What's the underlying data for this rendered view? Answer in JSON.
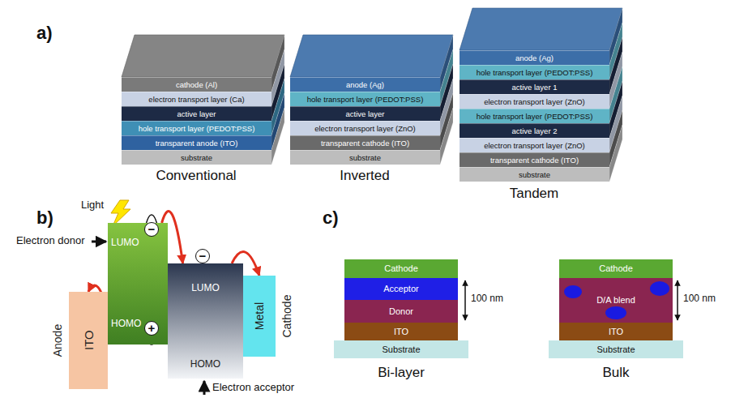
{
  "diagram": {
    "nodes": [
      {
        "text": [
          "cathode (Al)"
        ]
      },
      {
        "text": [
          "electron transport layer (Ca)"
        ]
      },
      {
        "text": [
          "active layer"
        ]
      },
      {
        "text": [
          "hole transport layer (PEDOT:PSS)"
        ]
      },
      {
        "text": [
          "transparent anode (ITO)"
        ]
      },
      {
        "text": [
          "substrate"
        ]
      },
      {
        "text": [
          "anode (Ag)"
        ]
      },
      {
        "text": [
          "hole transport layer (PEDOT:PSS)"
        ]
      },
      {
        "text": [
          "active layer"
        ]
      },
      {
        "text": [
          "electron transport layer (ZnO)"
        ]
      },
      {
        "text": [
          "transparent cathode (ITO)"
        ]
      },
      {
        "text": [
          "substrate"
        ]
      },
      {
        "text": [
          "anode (Ag)"
        ]
      },
      {
        "text": [
          "hole transport layer (PEDOT:PSS)"
        ]
      },
      {
        "text": [
          "active layer 1"
        ]
      },
      {
        "text": [
          "electron transport layer (ZnO)"
        ]
      },
      {
        "text": [
          "hole transport layer (PEDOT:PSS)"
        ]
      },
      {
        "text": [
          "active layer 2"
        ]
      },
      {
        "text": [
          "electron transport layer (ZnO)"
        ]
      },
      {
        "text": [
          "transparent cathode (ITO)"
        ]
      },
      {
        "text": [
          "substrate"
        ]
      },
      {
        "text": [
          "ITO",
          "Anode"
        ]
      },
      {
        "text": [
          "LUMO",
          "HOMO"
        ]
      },
      {
        "text": [
          "LUMO",
          "HOMO"
        ]
      },
      {
        "text": [
          "Metal",
          "Cathode"
        ]
      },
      {
        "text": [
          "Cathode"
        ]
      },
      {
        "text": [
          "Acceptor"
        ]
      },
      {
        "text": [
          "Donor"
        ]
      },
      {
        "text": [
          "ITO"
        ]
      },
      {
        "text": [
          "Substrate"
        ]
      },
      {
        "text": [
          "Cathode"
        ]
      },
      {
        "text": [
          "D/A blend"
        ]
      },
      {
        "text": [
          "ITO"
        ]
      },
      {
        "text": [
          "Substrate"
        ]
      }
    ],
    "edges": [
      {
        "from": 22,
        "to": 23,
        "arrow": "to"
      },
      {
        "from": 23,
        "to": 24,
        "arrow": "to"
      },
      {
        "from": 22,
        "to": 21,
        "arrow": "to"
      }
    ],
    "labels": [
      "a)",
      "Conventional",
      "Inverted",
      "Tandem",
      "b)",
      "Light",
      "Electron donor",
      "−",
      "+",
      "−",
      "Electron acceptor",
      "c)",
      "100 nm",
      "Bi-layer",
      "100 nm",
      "Bulk"
    ]
  }
}
